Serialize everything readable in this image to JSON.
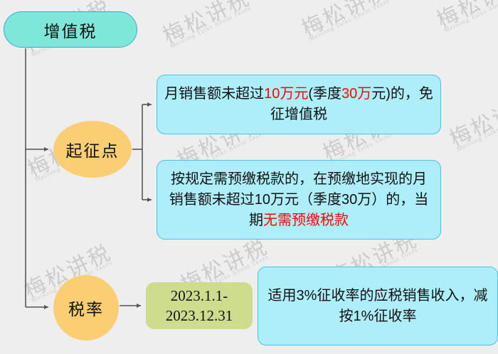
{
  "diagram": {
    "title": "增值税",
    "root": {
      "label": "增值税",
      "color": "#7fe6da",
      "shape": "pill"
    },
    "branches": [
      {
        "id": "threshold",
        "label": "起征点",
        "color": "#fbce73",
        "shape": "ellipse",
        "children": [
          {
            "id": "exempt",
            "color": "#aeeefa",
            "segments": [
              {
                "text": "月销售额未超过",
                "emphasis": false
              },
              {
                "text": "10万元",
                "emphasis": true
              },
              {
                "text": "(季度",
                "emphasis": false
              },
              {
                "text": "30万",
                "emphasis": true
              },
              {
                "text": "元)的，免征增值税",
                "emphasis": false
              }
            ],
            "plain_text": "月销售额未超过10万元(季度30万元)的，免征增值税"
          },
          {
            "id": "prepay",
            "color": "#aeeefa",
            "segments": [
              {
                "text": "按规定需预缴税款的，在预缴地实现的月销售额未超过10万元（季度30万）的，当期",
                "emphasis": false
              },
              {
                "text": "无需预缴税款",
                "emphasis": true
              }
            ],
            "plain_text": "按规定需预缴税款的，在预缴地实现的月销售额未超过10万元（季度30万）的，当期无需预缴税款"
          }
        ]
      },
      {
        "id": "rate",
        "label": "税率",
        "color": "#fbce73",
        "shape": "ellipse",
        "children": [
          {
            "id": "period",
            "color": "#cddc8d",
            "line1": "2023.1.1-",
            "line2": "2023.12.31",
            "plain_text": "2023.1.1-2023.12.31"
          },
          {
            "id": "rate3",
            "color": "#aeeefa",
            "segments": [
              {
                "text": "适用3%征收率的应税销售收入，减按1%征收率",
                "emphasis": false
              }
            ],
            "plain_text": "适用3%征收率的应税销售收入，减按1%征收率"
          }
        ]
      }
    ],
    "emphasis_color": "#ff0000",
    "line_color": "#555555",
    "background_color": "#eeeeee"
  },
  "watermark": {
    "cn": "梅松讲税",
    "en": "Meisong Talks About Taxes"
  }
}
